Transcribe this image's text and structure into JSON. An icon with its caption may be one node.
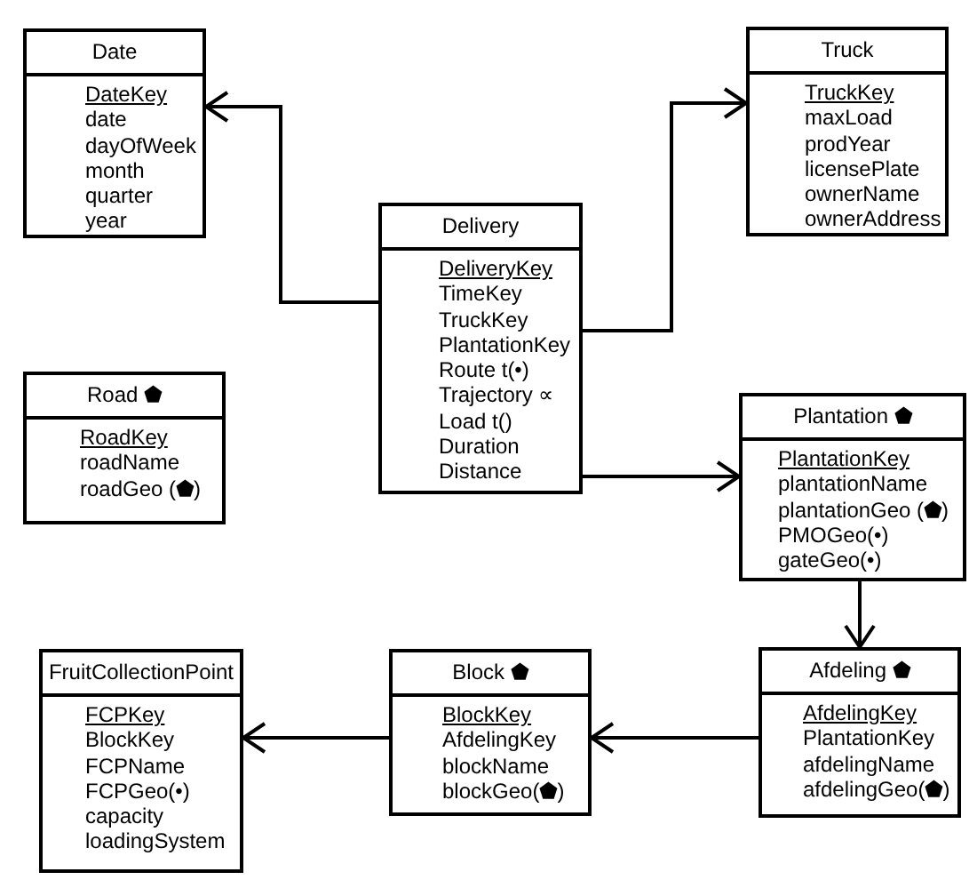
{
  "diagram": {
    "nodes": [
      {
        "text": [
          "Date",
          "DateKey",
          "date",
          "dayOfWeek",
          "month",
          "quarter",
          "year"
        ]
      },
      {
        "text": [
          "Truck",
          "TruckKey",
          "maxLoad",
          "prodYear",
          "licensePlate",
          "ownerName",
          "ownerAddress"
        ]
      },
      {
        "text": [
          "Delivery",
          "DeliveryKey",
          "TimeKey",
          "TruckKey",
          "PlantationKey",
          "Route t(•)",
          "Trajectory ∝",
          "Load t()",
          "Duration",
          "Distance"
        ]
      },
      {
        "text": [
          "Road ⬟",
          "RoadKey",
          "roadName",
          "roadGeo (⬟)"
        ]
      },
      {
        "text": [
          "Plantation ⬟",
          "PlantationKey",
          "plantationName",
          "plantationGeo (⬟)",
          "PMOGeo(•)",
          "gateGeo(•)"
        ]
      },
      {
        "text": [
          "FruitCollectionPoint",
          "FCPKey",
          "BlockKey",
          "FCPName",
          "FCPGeo(•)",
          "capacity",
          "loadingSystem"
        ]
      },
      {
        "text": [
          "Block ⬟",
          "BlockKey",
          "AfdelingKey",
          "blockName",
          "blockGeo(⬟)"
        ]
      },
      {
        "text": [
          "Afdeling ⬟",
          "AfdelingKey",
          "PlantationKey",
          "afdelingName",
          "afdelingGeo(⬟)"
        ]
      }
    ],
    "edges": [
      {
        "from": 2,
        "to": 0,
        "arrow": "to"
      },
      {
        "from": 2,
        "to": 1,
        "arrow": "to"
      },
      {
        "from": 2,
        "to": 4,
        "arrow": "to"
      },
      {
        "from": 4,
        "to": 7,
        "arrow": "to"
      },
      {
        "from": 7,
        "to": 6,
        "arrow": "to"
      },
      {
        "from": 6,
        "to": 5,
        "arrow": "to"
      }
    ]
  }
}
